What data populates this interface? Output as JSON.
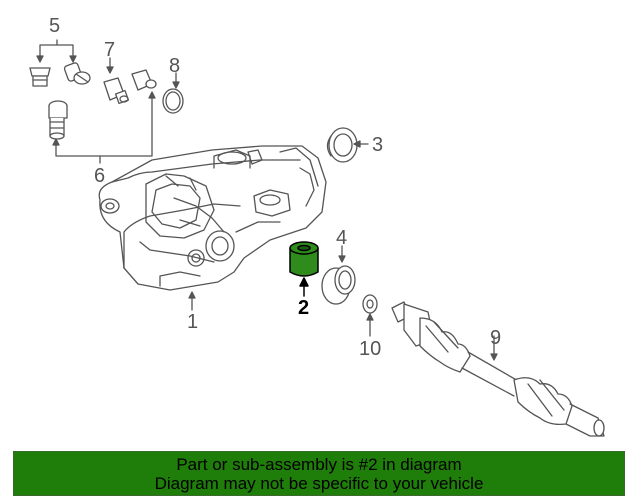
{
  "callouts": [
    {
      "id": "1",
      "label": "1"
    },
    {
      "id": "2",
      "label": "2"
    },
    {
      "id": "3",
      "label": "3"
    },
    {
      "id": "4",
      "label": "4"
    },
    {
      "id": "5",
      "label": "5"
    },
    {
      "id": "6",
      "label": "6"
    },
    {
      "id": "7",
      "label": "7"
    },
    {
      "id": "8",
      "label": "8"
    },
    {
      "id": "9",
      "label": "9"
    },
    {
      "id": "10",
      "label": "10"
    }
  ],
  "highlight": {
    "part": "2",
    "color": "#2e8b1c"
  },
  "colors": {
    "line": "#555555",
    "banner_bg": "#1f7d0a",
    "text": "#000000"
  },
  "banner": {
    "line1": "Part or sub-assembly is #2 in diagram",
    "line2": "Diagram may not be specific to your vehicle"
  }
}
